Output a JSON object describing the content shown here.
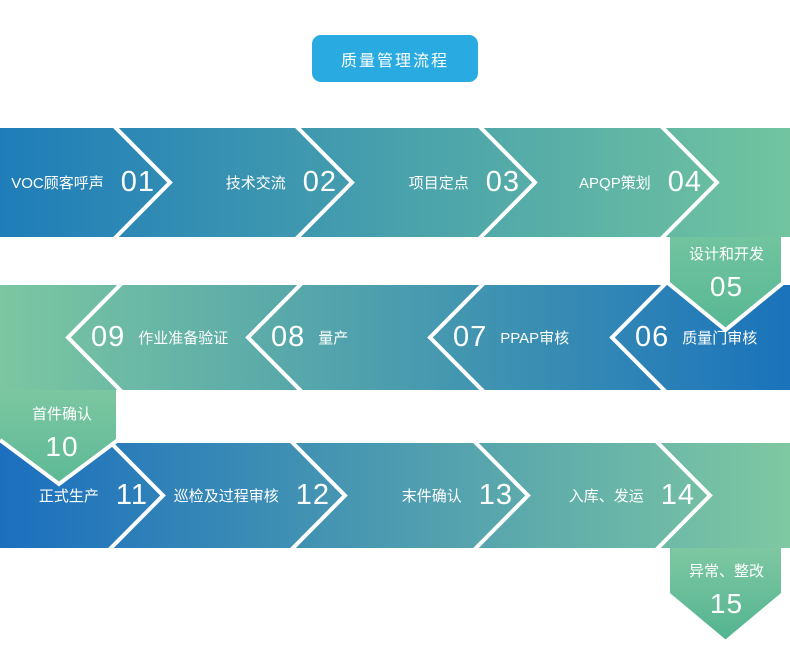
{
  "title": {
    "label": "质量管理流程"
  },
  "colors": {
    "title_bg": "#29abe2",
    "text": "#ffffff",
    "row1_left": "#1f7db9",
    "row1_right": "#71c49f",
    "row2_left": "#7cc7a1",
    "row2_right": "#1a73bb",
    "row3_left": "#1b6fbe",
    "row3_right": "#7ec8a2",
    "pent05_top": "#71c49f",
    "pent05_bottom": "#58b794",
    "pent10_top": "#7cc7a1",
    "pent10_bottom": "#5cb995",
    "pent15_top": "#7ec8a2",
    "pent15_bottom": "#52b390"
  },
  "rows": [
    {
      "direction": "right",
      "steps": [
        {
          "num": "01",
          "label": "VOC顾客呼声"
        },
        {
          "num": "02",
          "label": "技术交流"
        },
        {
          "num": "03",
          "label": "项目定点"
        },
        {
          "num": "04",
          "label": "APQP策划"
        }
      ]
    },
    {
      "direction": "left",
      "steps": [
        {
          "num": "06",
          "label": "质量门审核"
        },
        {
          "num": "07",
          "label": "PPAP审核"
        },
        {
          "num": "08",
          "label": "量产"
        },
        {
          "num": "09",
          "label": "作业准备验证"
        }
      ]
    },
    {
      "direction": "right",
      "steps": [
        {
          "num": "11",
          "label": "正式生产"
        },
        {
          "num": "12",
          "label": "巡检及过程审核"
        },
        {
          "num": "13",
          "label": "末件确认"
        },
        {
          "num": "14",
          "label": "入库、发运"
        }
      ]
    }
  ],
  "connectors": [
    {
      "num": "05",
      "label": "设计和开发",
      "side": "right"
    },
    {
      "num": "10",
      "label": "首件确认",
      "side": "left"
    },
    {
      "num": "15",
      "label": "异常、整改",
      "side": "right"
    }
  ]
}
